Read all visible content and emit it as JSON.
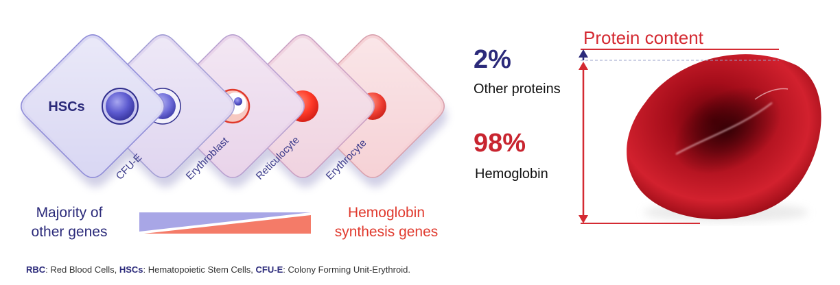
{
  "stages": [
    {
      "label": "HSCs",
      "kind": "hsc"
    },
    {
      "label": "CFU-E",
      "kind": "cfue"
    },
    {
      "label": "Erythroblast",
      "kind": "erythroblast"
    },
    {
      "label": "Reticulocyte",
      "kind": "reticulocyte"
    },
    {
      "label": "Erythrocyte",
      "kind": "erythrocyte"
    }
  ],
  "gradient_labels": {
    "left": [
      "Majority of",
      "other genes"
    ],
    "right": [
      "Hemoglobin",
      "synthesis genes"
    ]
  },
  "protein": {
    "title": "Protein content",
    "other": {
      "percent": "2%",
      "label": "Other proteins"
    },
    "hemoglobin": {
      "percent": "98%",
      "label": "Hemoglobin"
    }
  },
  "footnote": [
    {
      "abbr": "RBC",
      "text": ": Red Blood Cells, "
    },
    {
      "abbr": "HSCs",
      "text": ": Hematopoietic Stem Cells, "
    },
    {
      "abbr": "CFU-E",
      "text": ": Colony Forming Unit-Erythroid."
    }
  ],
  "colors": {
    "blue": "#2b2a7a",
    "red": "#e03a2e",
    "dark_red": "#c8242f",
    "tile_start": "#d8d6f2",
    "tile_end": "#f7d3d6"
  }
}
